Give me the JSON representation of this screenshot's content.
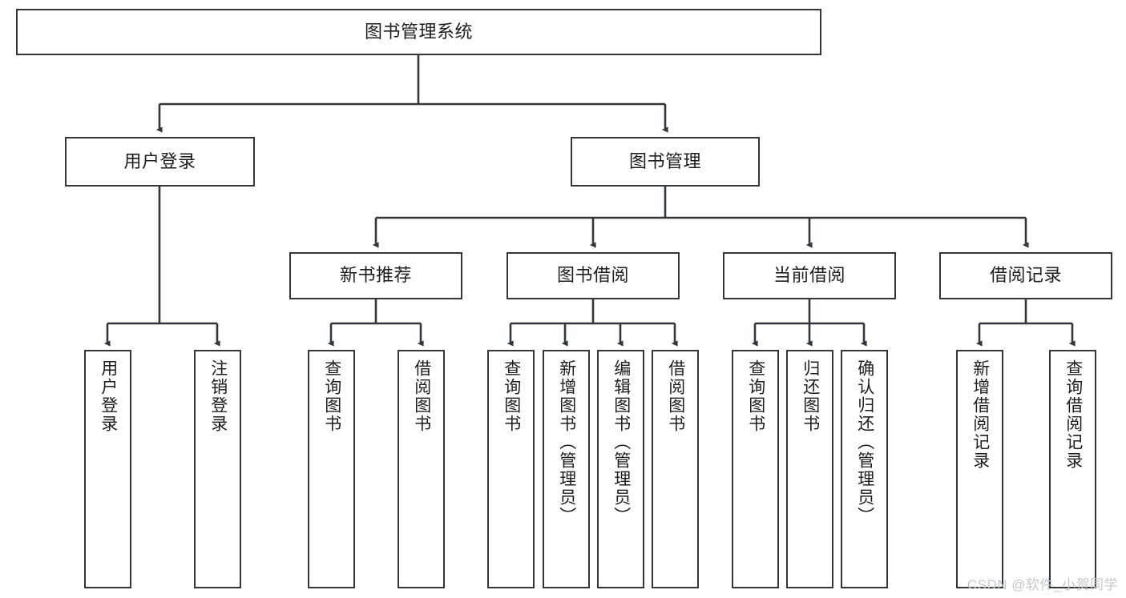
{
  "diagram": {
    "type": "tree-hierarchy-chart",
    "title": "图书管理系统",
    "stroke_color": "#33373b",
    "text_color": "#1d1d1d",
    "background_color": "#ffffff",
    "nodes": {
      "root": {
        "label": "图书管理系统"
      },
      "level2": [
        {
          "label": "用户登录"
        },
        {
          "label": "图书管理"
        }
      ],
      "level3": [
        {
          "label": "新书推荐"
        },
        {
          "label": "图书借阅"
        },
        {
          "label": "当前借阅"
        },
        {
          "label": "借阅记录"
        }
      ],
      "leaves": {
        "user_login": [
          {
            "label": "用户登录"
          },
          {
            "label": "注销登录"
          }
        ],
        "new_book_recommend": [
          {
            "label": "查询图书"
          },
          {
            "label": "借阅图书"
          }
        ],
        "book_borrow": [
          {
            "label": "查询图书"
          },
          {
            "label": "新增图书（管理员）"
          },
          {
            "label": "编辑图书（管理员）"
          },
          {
            "label": "借阅图书"
          }
        ],
        "current_borrow": [
          {
            "label": "查询图书"
          },
          {
            "label": "归还图书"
          },
          {
            "label": "确认归还（管理员）"
          }
        ],
        "borrow_record": [
          {
            "label": "新增借阅记录"
          },
          {
            "label": "查询借阅记录"
          }
        ]
      }
    }
  },
  "watermark": {
    "text": "CSDN @软件_小贺同学",
    "color": "#c6c9cc"
  }
}
